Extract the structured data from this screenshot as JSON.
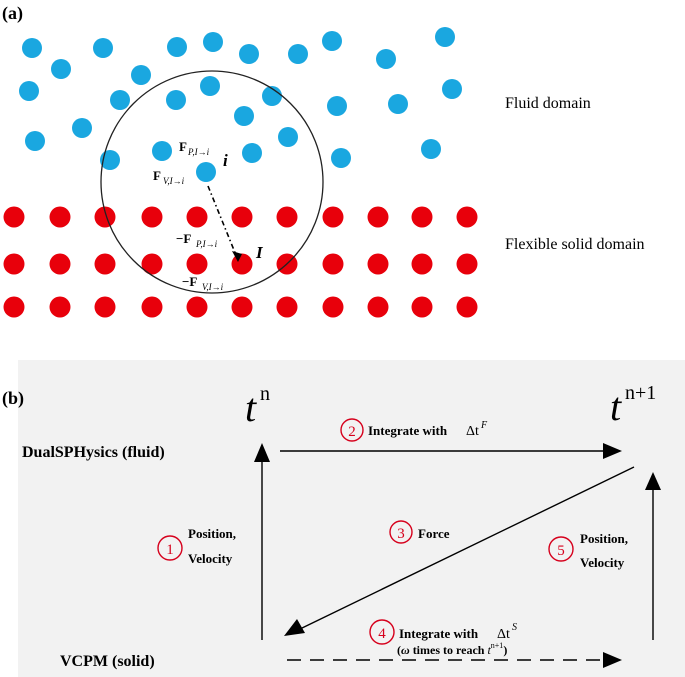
{
  "panel_a": {
    "label": "(a)",
    "fluid_label": "Fluid domain",
    "solid_label": "Flexible solid domain",
    "particle_i": "i",
    "particle_I": "I",
    "force_labels": {
      "fp": "F",
      "fp_sub": "P,I→i",
      "fv": "F",
      "fv_sub": "V,I→i",
      "neg_fp": "−F",
      "neg_fp_sub": "P,I→i",
      "neg_fv": "−F",
      "neg_fv_sub": "V,I→i"
    },
    "colors": {
      "fluid": "#1aa7e0",
      "solid": "#e8000b"
    }
  },
  "panel_b": {
    "label": "(b)",
    "t_n": "t",
    "t_n_sup": "n",
    "t_n1": "t",
    "t_n1_sup": "n+1",
    "fluid_solver": "DualSPHysics (fluid)",
    "solid_solver": "VCPM (solid)",
    "steps": [
      {
        "num": "2",
        "text": "Integrate with",
        "math": "Δt",
        "math_sup": "F"
      },
      {
        "num": "3",
        "text": "Force"
      },
      {
        "num": "1",
        "line1": "Position,",
        "line2": "Velocity"
      },
      {
        "num": "5",
        "line1": "Position,",
        "line2": "Velocity"
      },
      {
        "num": "4",
        "text": "Integrate with",
        "math": "Δt",
        "math_sup": "S",
        "sub_line_pre": "(",
        "sub_omega": "ω",
        "sub_line_mid": " times to reach ",
        "sub_t": "t",
        "sub_t_sup": "n+1",
        "sub_line_post": ")"
      }
    ],
    "colors": {
      "step_circle": "#d6001c"
    }
  }
}
